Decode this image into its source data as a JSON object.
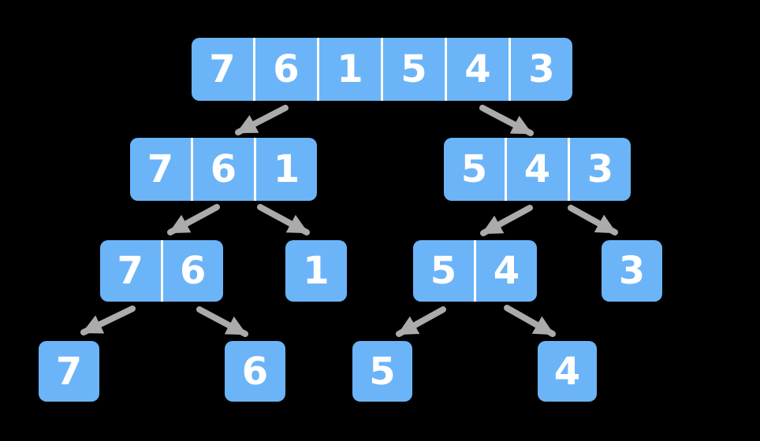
{
  "theme": {
    "background": "#000000",
    "box_color": "#6CB4F8",
    "divider_color": "#FFFFFF",
    "text_color": "#FFFFFF",
    "arrow_color": "#ABABAB"
  },
  "tree": {
    "description": "merge sort divide phase tree",
    "levels": [
      {
        "nodes": [
          {
            "id": "761543",
            "values": [
              "7",
              "6",
              "1",
              "5",
              "4",
              "3"
            ]
          }
        ]
      },
      {
        "nodes": [
          {
            "id": "761",
            "values": [
              "7",
              "6",
              "1"
            ]
          },
          {
            "id": "543",
            "values": [
              "5",
              "4",
              "3"
            ]
          }
        ]
      },
      {
        "nodes": [
          {
            "id": "76",
            "values": [
              "7",
              "6"
            ]
          },
          {
            "id": "1",
            "values": [
              "1"
            ]
          },
          {
            "id": "54",
            "values": [
              "5",
              "4"
            ]
          },
          {
            "id": "3",
            "values": [
              "3"
            ]
          }
        ]
      },
      {
        "nodes": [
          {
            "id": "7",
            "values": [
              "7"
            ]
          },
          {
            "id": "6",
            "values": [
              "6"
            ]
          },
          {
            "id": "5",
            "values": [
              "5"
            ]
          },
          {
            "id": "4",
            "values": [
              "4"
            ]
          }
        ]
      }
    ],
    "edges": [
      {
        "from": "761543",
        "to": "761"
      },
      {
        "from": "761543",
        "to": "543"
      },
      {
        "from": "761",
        "to": "76"
      },
      {
        "from": "761",
        "to": "1"
      },
      {
        "from": "543",
        "to": "54"
      },
      {
        "from": "543",
        "to": "3"
      },
      {
        "from": "76",
        "to": "7"
      },
      {
        "from": "76",
        "to": "6"
      },
      {
        "from": "54",
        "to": "5"
      },
      {
        "from": "54",
        "to": "4"
      }
    ]
  }
}
